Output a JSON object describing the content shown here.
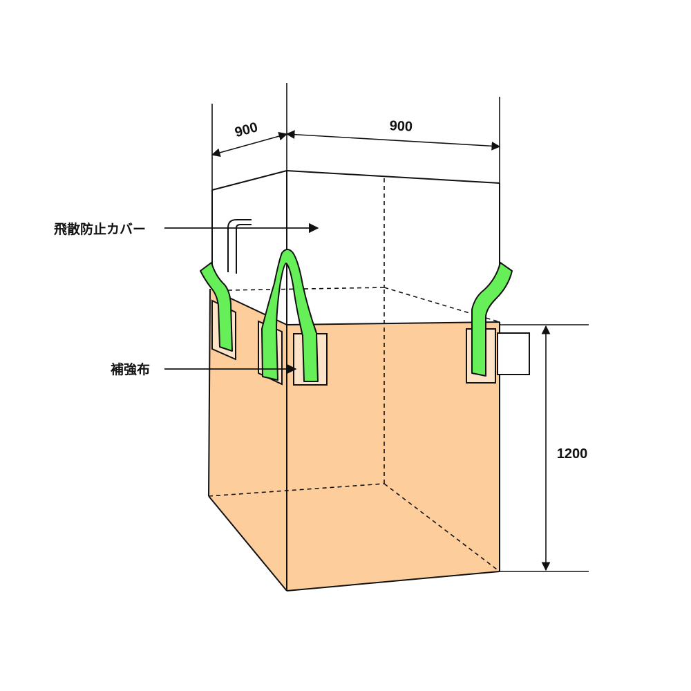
{
  "labels": {
    "width_left": "900",
    "width_right": "900",
    "height": "1200",
    "cover": "飛散防止カバー",
    "reinforcement": "補強布"
  },
  "colors": {
    "bag_fill": "#fdcd9c",
    "belt_fill": "#66ef58",
    "line": "#111111",
    "cover_fill": "#ffffff"
  }
}
